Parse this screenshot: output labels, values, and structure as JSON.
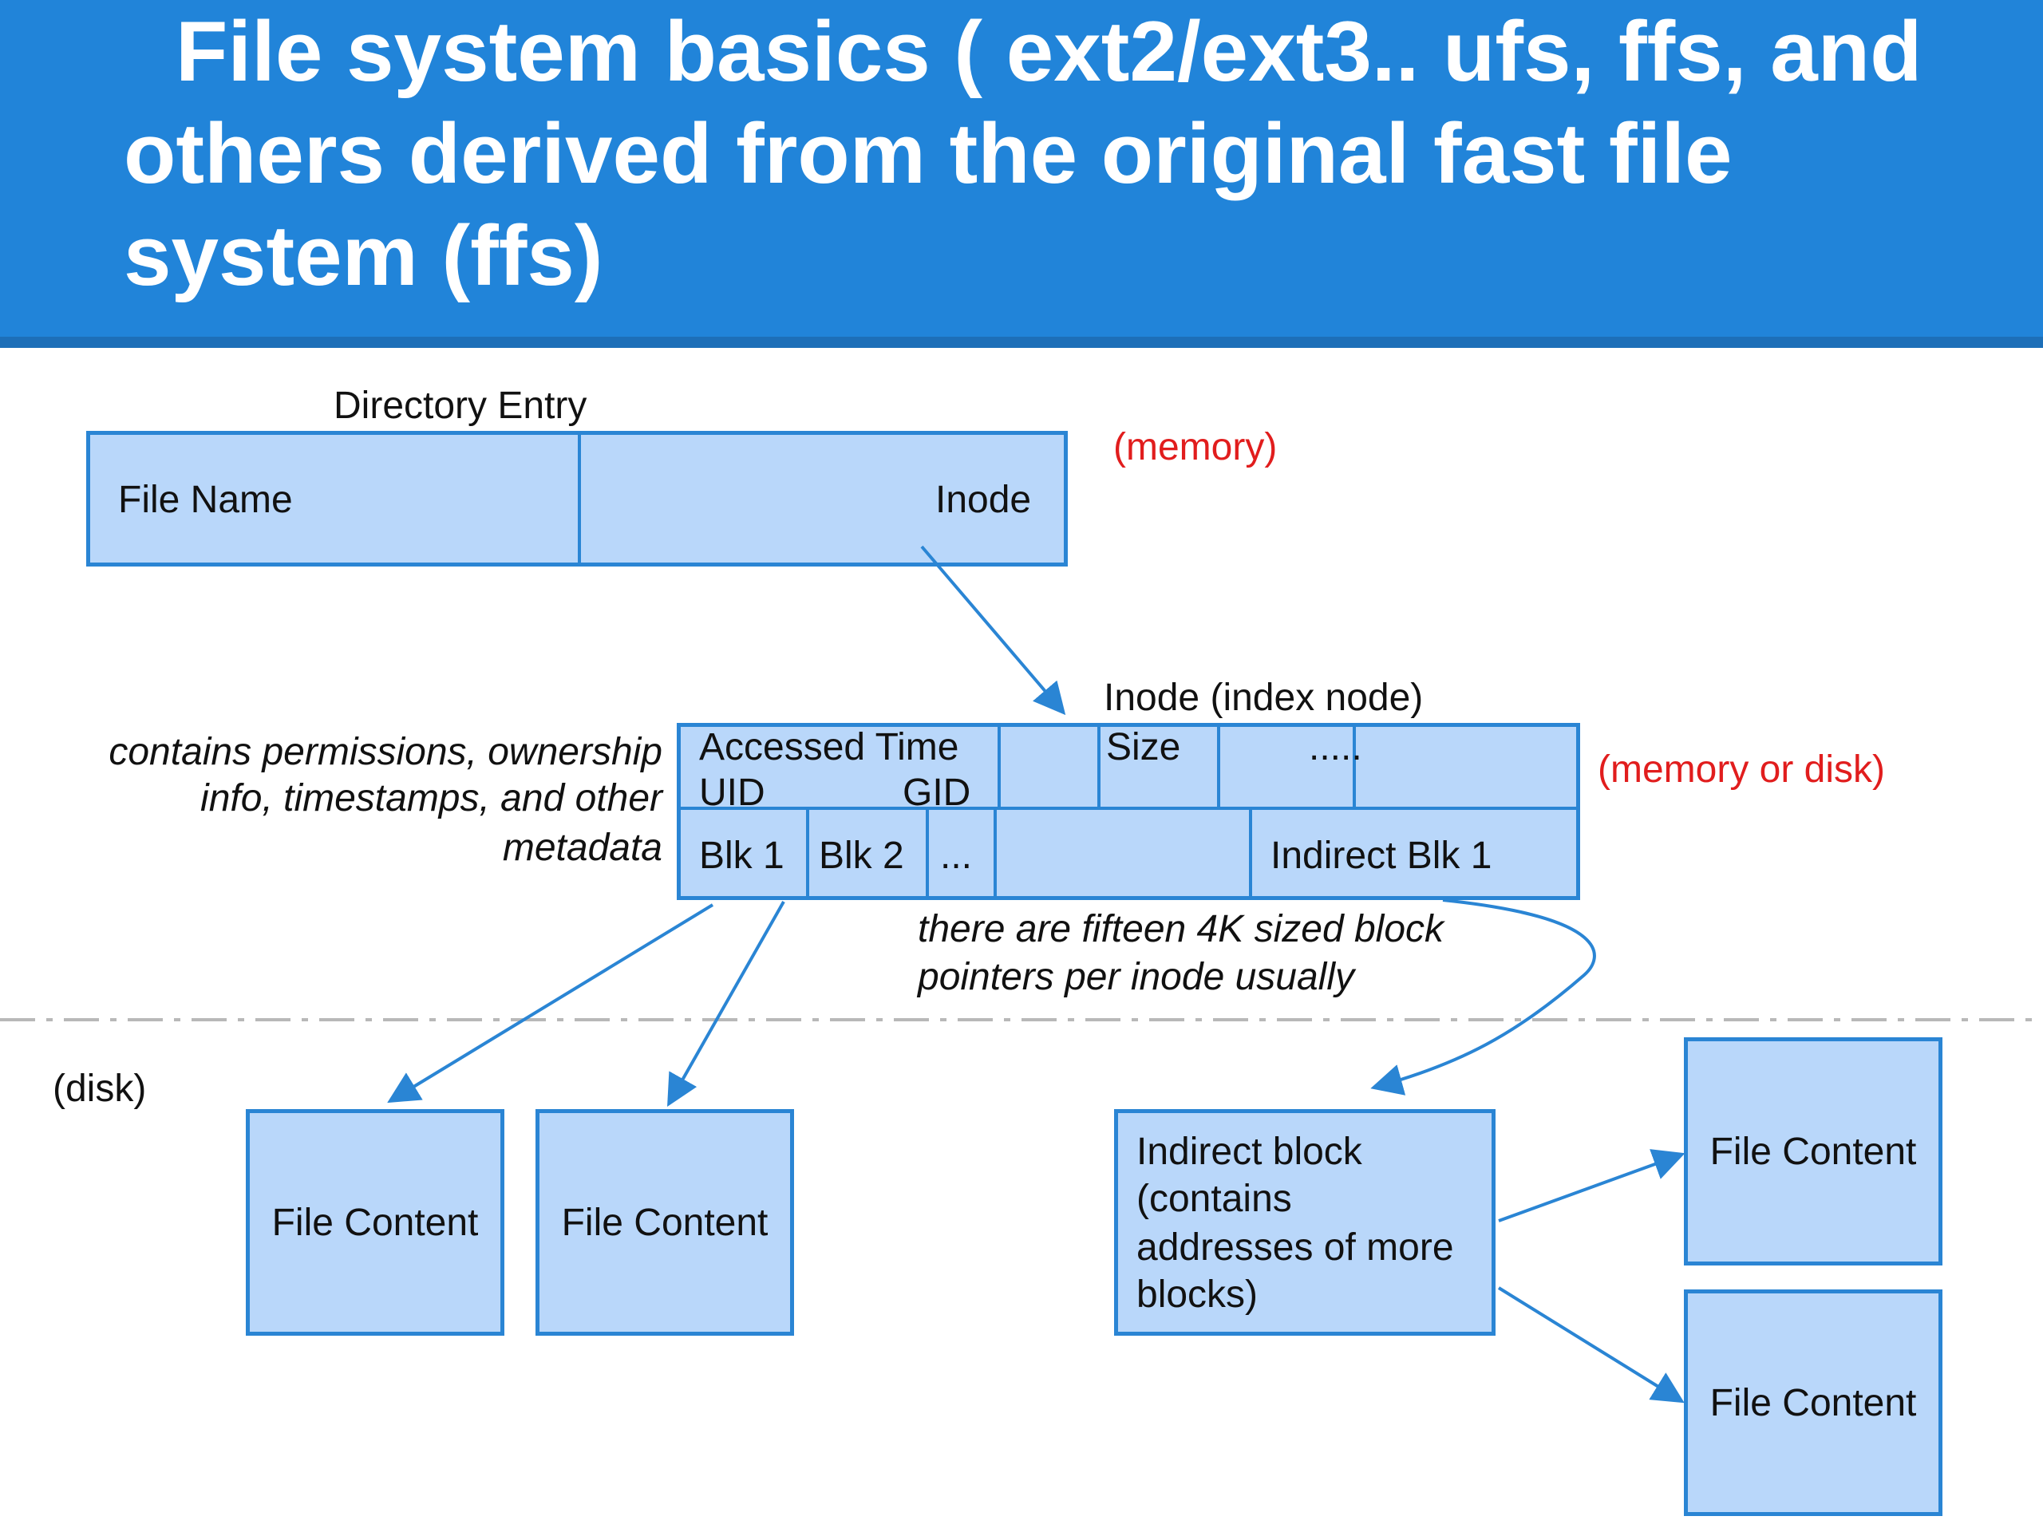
{
  "title": {
    "line1": "File system basics ( ext2/ext3.. ufs, ffs, and",
    "line2": "others derived from the original fast file",
    "line3": "system (ffs)"
  },
  "directory_entry": {
    "label": "Directory Entry",
    "file_name": "File Name",
    "inode": "Inode",
    "location": "(memory)"
  },
  "inode": {
    "label": "Inode (index node)",
    "location": "(memory or disk)",
    "accessed_time": "Accessed Time",
    "uid": "UID",
    "gid": "GID",
    "size": "Size",
    "more": ".....",
    "blk1": "Blk 1",
    "blk2": "Blk 2",
    "blk_ellipsis": "...",
    "indirect_blk1": "Indirect Blk 1"
  },
  "notes": {
    "metadata_line1": "contains permissions, ownership",
    "metadata_line2": "info, timestamps, and other",
    "metadata_line3": "metadata",
    "pointers_line1": "there are fifteen 4K sized block",
    "pointers_line2": "pointers per inode usually"
  },
  "disk_label": "(disk)",
  "file_content": [
    "File Content",
    "File Content",
    "File Content",
    "File Content"
  ],
  "indirect_block": {
    "line1": "Indirect block",
    "line2": "(contains",
    "line3": "addresses of more",
    "line4": "blocks)"
  },
  "colors": {
    "header": "#2184d9",
    "box_fill": "#b9d7fa",
    "box_border": "#2a85d4",
    "arrow": "#2a85d4",
    "accent_red": "#e11d1d"
  }
}
